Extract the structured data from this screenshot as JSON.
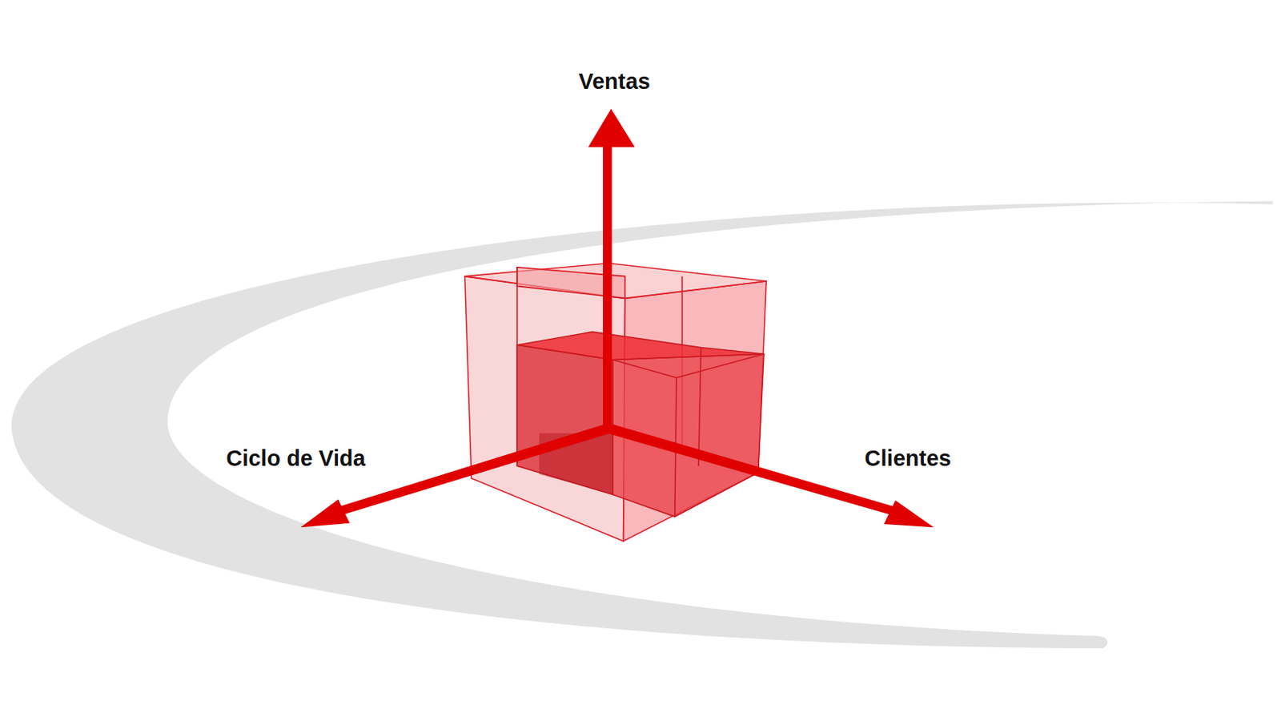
{
  "diagram": {
    "labels": [
      "Ventas",
      "Ciclo de Vida",
      "Clientes"
    ]
  }
}
